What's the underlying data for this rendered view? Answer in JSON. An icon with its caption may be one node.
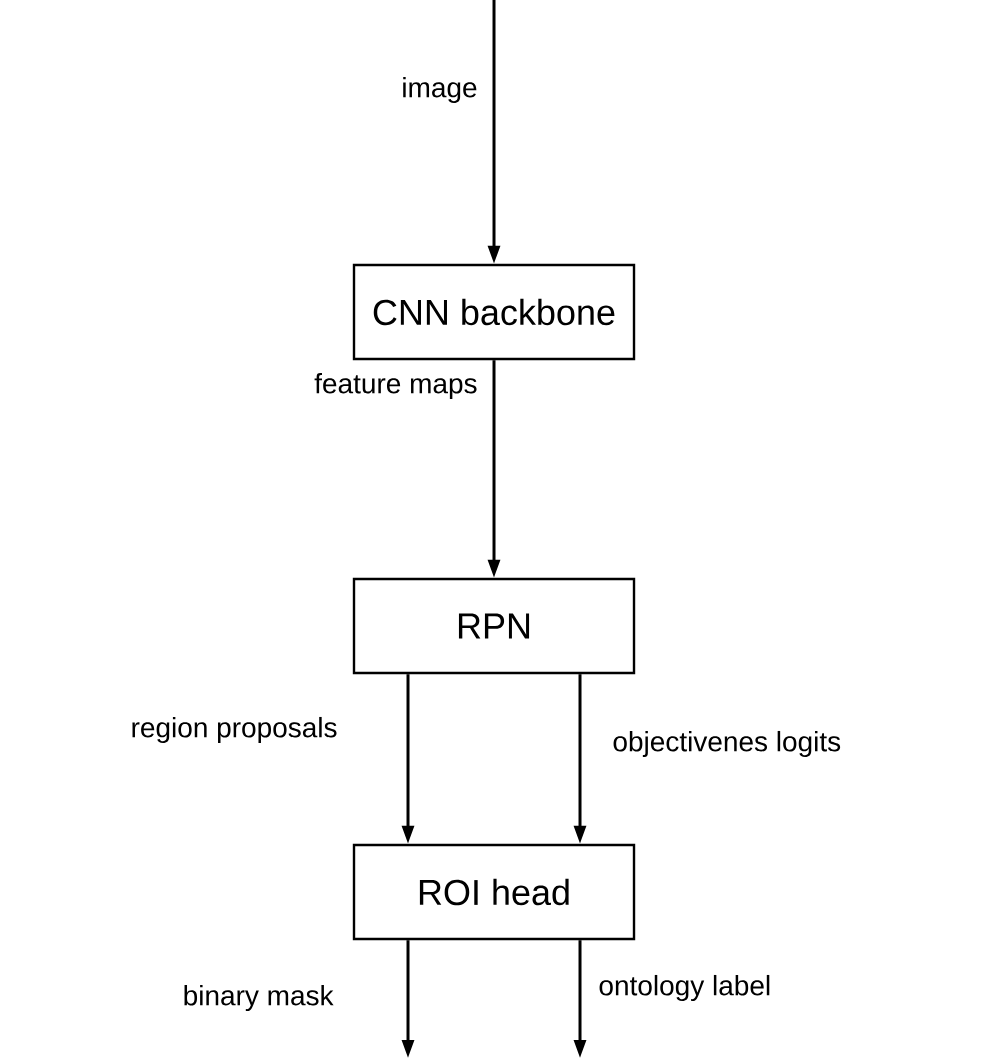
{
  "diagram": {
    "nodes": [
      {
        "text": [
          "CNN backbone"
        ]
      },
      {
        "text": [
          "RPN"
        ]
      },
      {
        "text": [
          "ROI head"
        ]
      }
    ],
    "edges": [
      {
        "from": null,
        "to": 0,
        "arrow": "to",
        "label": "image"
      },
      {
        "from": 0,
        "to": 1,
        "arrow": "to",
        "label": "feature maps"
      },
      {
        "from": 1,
        "to": 2,
        "arrow": "to",
        "label": "region proposals"
      },
      {
        "from": 1,
        "to": 2,
        "arrow": "to",
        "label": "objectivenes logits"
      },
      {
        "from": 2,
        "to": null,
        "arrow": "to",
        "label": "binary mask"
      },
      {
        "from": 2,
        "to": null,
        "arrow": "to",
        "label": "ontology label"
      }
    ]
  }
}
